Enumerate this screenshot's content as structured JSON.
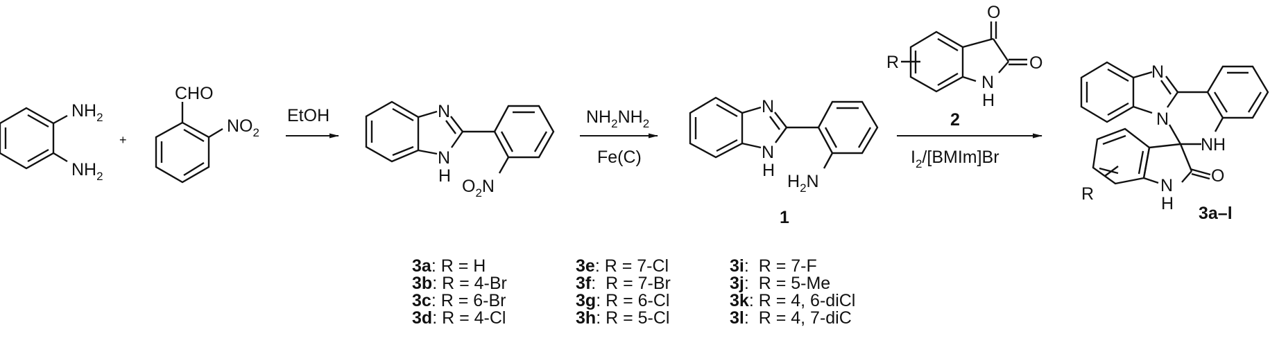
{
  "scheme": {
    "reactant_a": {
      "substituent_top": "NH",
      "substituent_top_sub": "2",
      "substituent_bottom": "NH",
      "substituent_bottom_sub": "2"
    },
    "plus": "+",
    "reactant_b": {
      "aldehyde": "CHO",
      "nitro": "NO",
      "nitro_sub": "2"
    },
    "step1": {
      "reagent_above": "EtOH",
      "reagent_below": ""
    },
    "intermediate": {
      "n_top": "N",
      "n_bottom": "N",
      "h_bottom": "H",
      "nitro_o": "O",
      "nitro_o_sub": "2",
      "nitro_n": "N"
    },
    "step2": {
      "above_a": "NH",
      "above_a_sub": "2",
      "above_b": "NH",
      "above_b_sub": "2",
      "below": "Fe(C)"
    },
    "compound_1": {
      "n_top": "N",
      "n_bottom": "N",
      "h_bottom": "H",
      "amine_h": "H",
      "amine_h_sub": "2",
      "amine_n": "N",
      "label": "1"
    },
    "step3": {
      "reagent_compound": {
        "r": "R",
        "o_top": "O",
        "o_right": "O",
        "n": "N",
        "h": "H",
        "label": "2"
      },
      "below_a": "I",
      "below_a_sub": "2",
      "below_b": "/[BMIm]Br"
    },
    "product": {
      "n_top": "N",
      "n_mid": "N",
      "nh": "NH",
      "o": "O",
      "n_lactam": "N",
      "h_lactam": "H",
      "r": "R",
      "label": "3a–l"
    }
  },
  "substituent_table": {
    "columns": [
      [
        {
          "compound": "3a",
          "sep": ": ",
          "value": "R = H"
        },
        {
          "compound": "3b",
          "sep": ": ",
          "value": "R = 4-Br"
        },
        {
          "compound": "3c",
          "sep": ": ",
          "value": "R = 6-Br"
        },
        {
          "compound": "3d",
          "sep": ": ",
          "value": "R = 4-Cl"
        }
      ],
      [
        {
          "compound": "3e",
          "sep": ": ",
          "value": "R = 7-Cl"
        },
        {
          "compound": "3f",
          "sep": ":  ",
          "value": "R = 7-Br"
        },
        {
          "compound": "3g",
          "sep": ": ",
          "value": "R = 6-Cl"
        },
        {
          "compound": "3h",
          "sep": ": ",
          "value": "R = 5-Cl"
        }
      ],
      [
        {
          "compound": "3i",
          "sep": ":  ",
          "value": "R = 7-F"
        },
        {
          "compound": "3j",
          "sep": ":  ",
          "value": "R = 5-Me"
        },
        {
          "compound": "3k",
          "sep": ": ",
          "value": "R = 4, 6-diCl"
        },
        {
          "compound": "3l",
          "sep": ":  ",
          "value": "R = 4, 7-diC"
        }
      ]
    ]
  }
}
